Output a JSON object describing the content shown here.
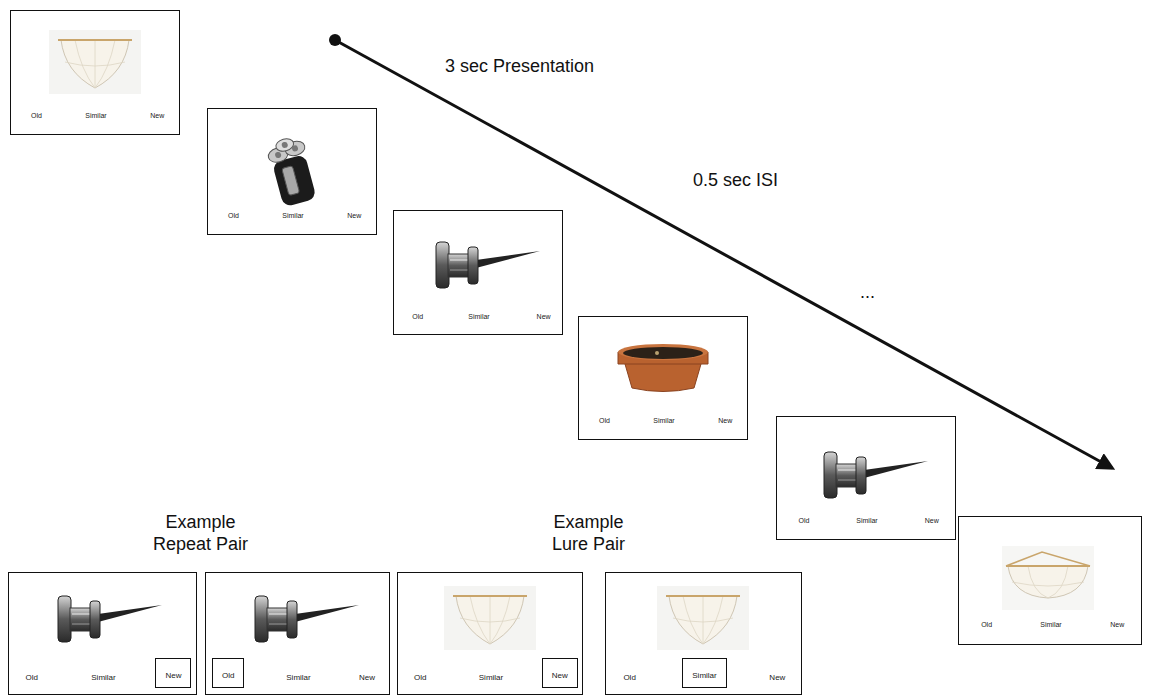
{
  "diagram": {
    "nodes": [
      {
        "text": [
          "Old",
          "Similar",
          "New"
        ]
      },
      {
        "text": [
          "Old",
          "Similar",
          "New"
        ]
      },
      {
        "text": [
          "Old",
          "Similar",
          "New"
        ]
      },
      {
        "text": [
          "Old",
          "Similar",
          "New"
        ]
      },
      {
        "text": [
          "Old",
          "Similar",
          "New"
        ]
      },
      {
        "text": [
          "Old",
          "Similar",
          "New"
        ]
      },
      {
        "text": [
          "Old",
          "Similar"
        ]
      },
      {
        "text": [
          "New"
        ],
        "in": 6
      },
      {
        "text": [
          "Similar",
          "New"
        ]
      },
      {
        "text": [
          "Old"
        ],
        "in": 8
      },
      {
        "text": [
          "Old",
          "Similar"
        ]
      },
      {
        "text": [
          "New"
        ],
        "in": 10
      },
      {
        "text": [
          "Old",
          "New"
        ]
      },
      {
        "text": [
          "Similar"
        ],
        "in": 12
      }
    ],
    "labels": [
      "3 sec Presentation",
      "0.5 sec ISI",
      "...",
      "Example Repeat Pair",
      "Example Lure Pair"
    ]
  }
}
